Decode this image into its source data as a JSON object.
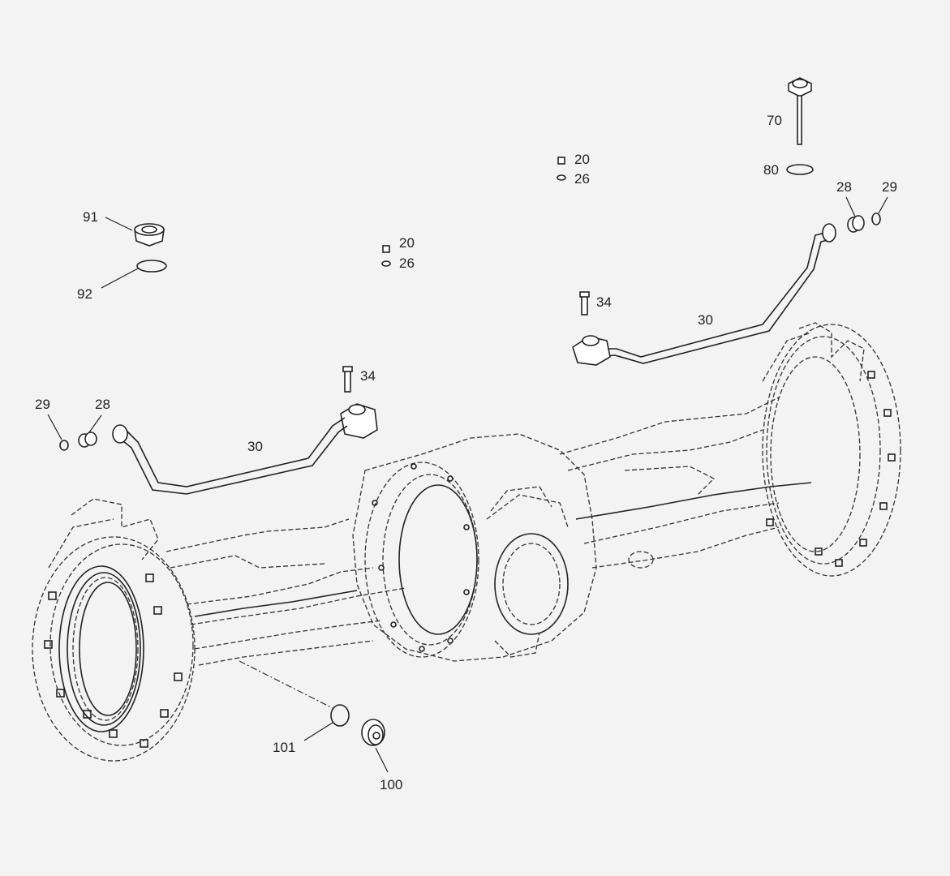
{
  "colors": {
    "background": "#f3f3f3",
    "ink": "#222222",
    "part_fill": "#ffffff"
  },
  "callouts": {
    "c70": "70",
    "c80": "80",
    "c20_right": "20",
    "c26_right": "26",
    "c28_right": "28",
    "c29_right": "29",
    "c91": "91",
    "c92": "92",
    "c20_left": "20",
    "c26_left": "26",
    "c34_right": "34",
    "c30_right": "30",
    "c34_left": "34",
    "c29_left": "29",
    "c28_left": "28",
    "c30_left": "30",
    "c101": "101",
    "c100": "100"
  }
}
